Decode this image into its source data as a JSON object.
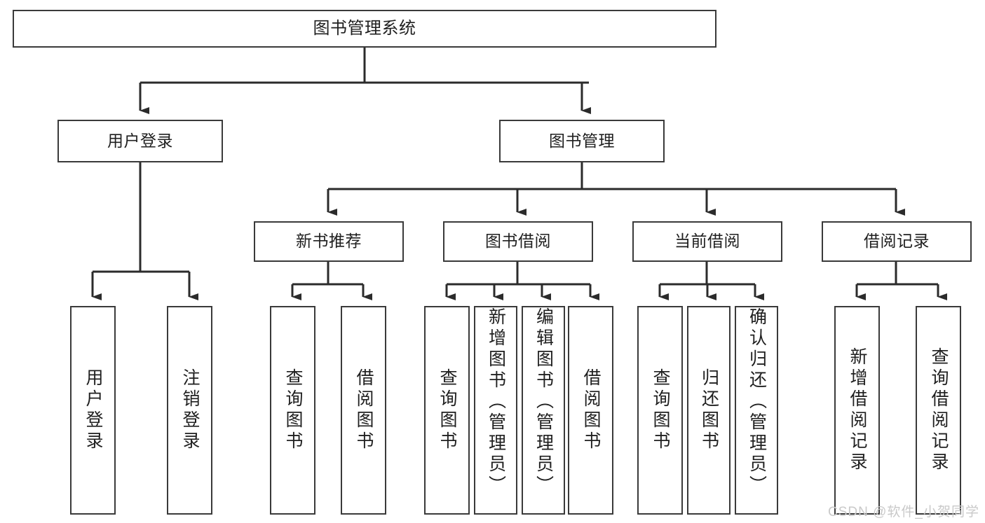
{
  "diagram": {
    "type": "tree-hierarchy",
    "title": "图书管理系统",
    "theme": {
      "background": "#ffffff",
      "box_border": "#3a3a3a",
      "box_fill": "#ffffff",
      "text": "#1f1f1f",
      "connector": "#2b2b2b",
      "watermark": "#c9c9c9"
    },
    "root": {
      "label": "图书管理系统"
    },
    "level2": [
      {
        "id": "login",
        "label": "用户登录"
      },
      {
        "id": "bookmgmt",
        "label": "图书管理"
      }
    ],
    "level3": [
      {
        "id": "newbook",
        "label": "新书推荐",
        "parent": "bookmgmt"
      },
      {
        "id": "borrow",
        "label": "图书借阅",
        "parent": "bookmgmt"
      },
      {
        "id": "current",
        "label": "当前借阅",
        "parent": "bookmgmt"
      },
      {
        "id": "record",
        "label": "借阅记录",
        "parent": "bookmgmt"
      }
    ],
    "leaves": {
      "login": [
        {
          "label": "用户登录"
        },
        {
          "label": "注销登录"
        }
      ],
      "newbook": [
        {
          "label": "查询图书"
        },
        {
          "label": "借阅图书"
        }
      ],
      "borrow": [
        {
          "label": "查询图书"
        },
        {
          "label": "新增图书（管理员）"
        },
        {
          "label": "编辑图书（管理员）"
        },
        {
          "label": "借阅图书"
        }
      ],
      "current": [
        {
          "label": "查询图书"
        },
        {
          "label": "归还图书"
        },
        {
          "label": "确认归还（管理员）"
        }
      ],
      "record": [
        {
          "label": "新增借阅记录"
        },
        {
          "label": "查询借阅记录"
        }
      ]
    },
    "watermark": "CSDN @软件_小贺同学"
  }
}
